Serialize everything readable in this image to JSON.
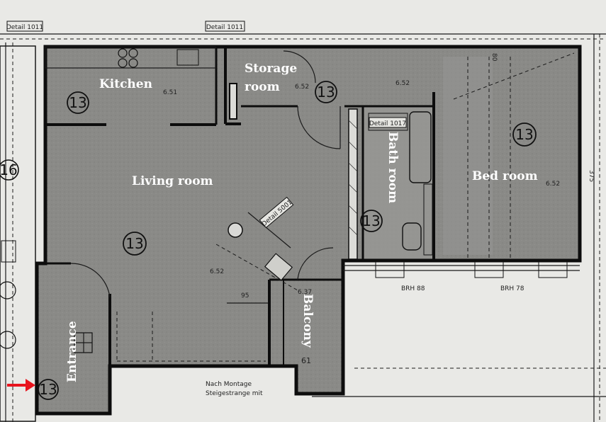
{
  "rooms": {
    "kitchen": "Kitchen",
    "storage_line1": "Storage",
    "storage_line2": "room",
    "living": "Living room",
    "bath": "Bath room",
    "bed": "Bed room",
    "entrance": "Entrance",
    "balcony": "Balcony"
  },
  "room_numbers": {
    "kitchen": "13",
    "storage": "13",
    "living": "13",
    "bath": "13",
    "bed": "13",
    "entrance": "13",
    "neighbor": "16"
  },
  "detail_tags": {
    "left": "Detail 1011",
    "top": "Detail 1011",
    "bath": "Detail 1017",
    "living_diag": "Detail 5001"
  },
  "annotations": {
    "kitchen_elev": "6.51",
    "storage_elev": "6.52",
    "bath_elev": "6.52",
    "living_elev": "6.52",
    "bed_elev": "6.52",
    "balcony_elev": "6.37",
    "balcony_code": "61",
    "bed_depth": "375",
    "bed_span": "80",
    "dim_95": "95",
    "bottom_note1": "Nach Montage",
    "bottom_note2": "Steigestrange mit",
    "brh_left": "BRH 88",
    "brh_right": "BRH 78"
  },
  "colors": {
    "interior": "#8a8a87",
    "paper": "#e9e9e6",
    "wall": "#0d0d0d",
    "label": "#ffffff",
    "arrow": "#e8141d"
  },
  "icons": {
    "entrance_marker": "red-arrow-icon"
  }
}
